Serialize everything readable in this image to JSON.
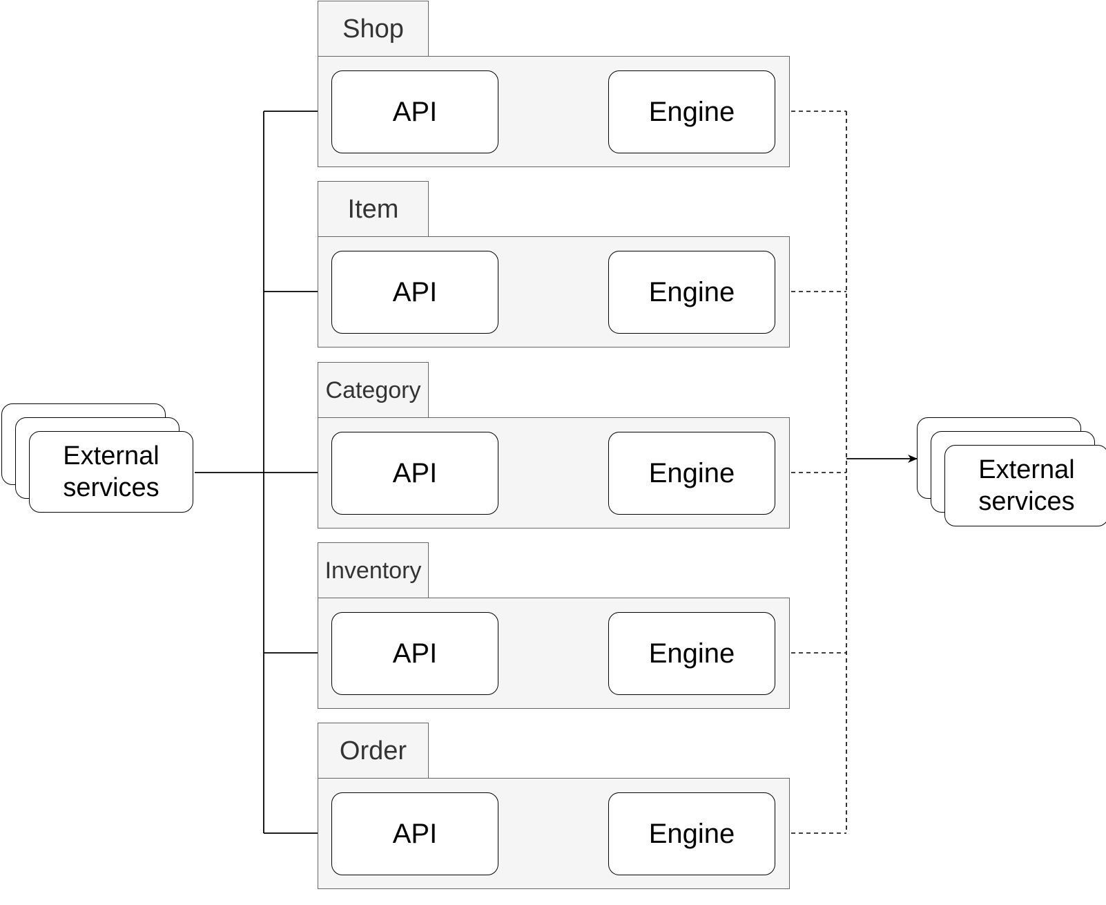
{
  "diagram": {
    "external_left": {
      "label": "External services"
    },
    "external_right": {
      "label": "External services"
    },
    "services": [
      {
        "name": "Shop",
        "api_label": "API",
        "engine_label": "Engine"
      },
      {
        "name": "Item",
        "api_label": "API",
        "engine_label": "Engine"
      },
      {
        "name": "Category",
        "api_label": "API",
        "engine_label": "Engine"
      },
      {
        "name": "Inventory",
        "api_label": "API",
        "engine_label": "Engine"
      },
      {
        "name": "Order",
        "api_label": "API",
        "engine_label": "Engine"
      }
    ],
    "colors": {
      "line": "#000000",
      "container_fill": "#f5f5f5",
      "container_border": "#666666",
      "container_title": "#333333",
      "node_fill": "#ffffff"
    }
  }
}
